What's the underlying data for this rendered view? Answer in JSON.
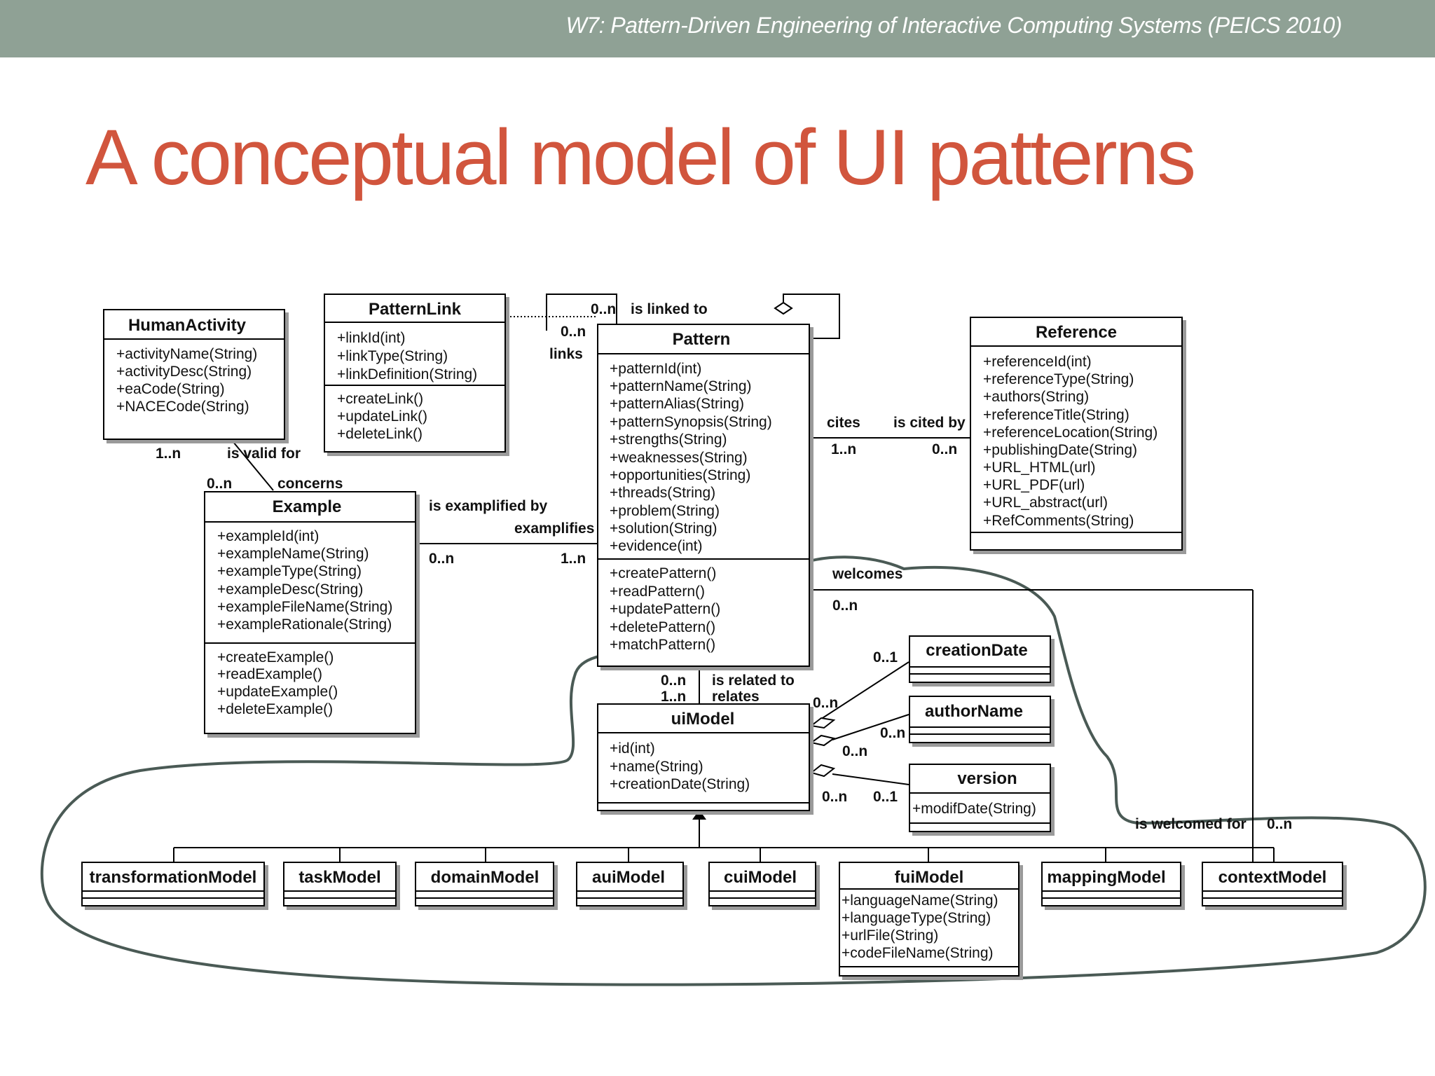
{
  "header": {
    "workshop": "W7: Pattern-Driven Engineering of Interactive Computing Systems (PEICS 2010)"
  },
  "title": "A conceptual model of UI patterns",
  "classes": {
    "humanActivity": {
      "name": "HumanActivity",
      "attributes": [
        "+activityName(String)",
        "+activityDesc(String)",
        "+eaCode(String)",
        "+NACECode(String)"
      ]
    },
    "patternLink": {
      "name": "PatternLink",
      "attributes": [
        "+linkId(int)",
        "+linkType(String)",
        "+linkDefinition(String)"
      ],
      "operations": [
        "+createLink()",
        "+updateLink()",
        "+deleteLink()"
      ]
    },
    "pattern": {
      "name": "Pattern",
      "attributes": [
        "+patternId(int)",
        "+patternName(String)",
        "+patternAlias(String)",
        "+patternSynopsis(String)",
        "+strengths(String)",
        "+weaknesses(String)",
        "+opportunities(String)",
        "+threads(String)",
        "+problem(String)",
        "+solution(String)",
        "+evidence(int)"
      ],
      "operations": [
        "+createPattern()",
        "+readPattern()",
        "+updatePattern()",
        "+deletePattern()",
        "+matchPattern()"
      ]
    },
    "reference": {
      "name": "Reference",
      "attributes": [
        "+referenceId(int)",
        "+referenceType(String)",
        "+authors(String)",
        "+referenceTitle(String)",
        "+referenceLocation(String)",
        "+publishingDate(String)",
        "+URL_HTML(url)",
        "+URL_PDF(url)",
        "+URL_abstract(url)",
        "+RefComments(String)"
      ]
    },
    "example": {
      "name": "Example",
      "attributes": [
        "+exampleId(int)",
        "+exampleName(String)",
        "+exampleType(String)",
        "+exampleDesc(String)",
        "+exampleFileName(String)",
        "+exampleRationale(String)"
      ],
      "operations": [
        "+createExample()",
        "+readExample()",
        "+updateExample()",
        "+deleteExample()"
      ]
    },
    "uiModel": {
      "name": "uiModel",
      "attributes": [
        "+id(int)",
        "+name(String)",
        "+creationDate(String)"
      ]
    },
    "creationDate": {
      "name": "creationDate"
    },
    "authorName": {
      "name": "authorName"
    },
    "version": {
      "name": "version",
      "attributes": [
        "+modifDate(String)"
      ]
    },
    "transformationModel": {
      "name": "transformationModel"
    },
    "taskModel": {
      "name": "taskModel"
    },
    "domainModel": {
      "name": "domainModel"
    },
    "auiModel": {
      "name": "auiModel"
    },
    "cuiModel": {
      "name": "cuiModel"
    },
    "fuiModel": {
      "name": "fuiModel",
      "attributes": [
        "+languageName(String)",
        "+languageType(String)",
        "+urlFile(String)",
        "+codeFileName(String)"
      ]
    },
    "mappingModel": {
      "name": "mappingModel"
    },
    "contextModel": {
      "name": "contextModel"
    }
  },
  "associations": {
    "links": "links",
    "linked_to": "is linked to",
    "links_mult": "0..n",
    "linked_to_mult": "0..n",
    "cites": "cites",
    "cited_by": "is cited by",
    "cites_mult": "1..n",
    "cited_by_mult": "0..n",
    "valid_for": "is valid for",
    "concerns": "concerns",
    "valid_for_mult": "1..n",
    "concerns_mult": "0..n",
    "exemplified_by": "is examplified by",
    "exemplifies": "examplifies",
    "exemplified_mult": "0..n",
    "exemplifies_mult": "1..n",
    "welcomes": "welcomes",
    "welcomes_mult": "0..n",
    "welcomed_for": "is welcomed for",
    "welcomed_for_mult": "0..n",
    "related_to": "is related to",
    "relates": "relates",
    "related_mult": "0..n",
    "relates_mult": "1..n",
    "creation_mult_a": "0..n",
    "creation_mult_b": "0..1",
    "author_mult_a": "0..n",
    "author_mult_b": "0..n",
    "version_mult_a": "0..n",
    "version_mult_b": "0..1"
  },
  "colors": {
    "banner": "#8fa195",
    "title": "#d1553d",
    "outline": "#4a5a55"
  }
}
